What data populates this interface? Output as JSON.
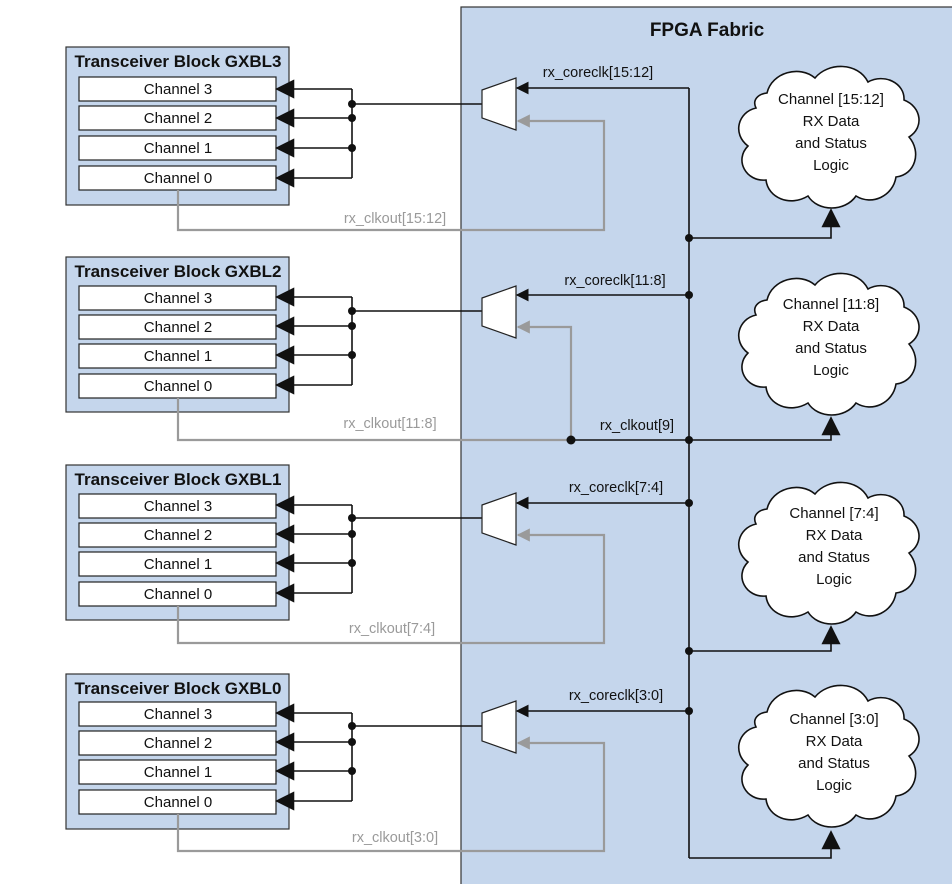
{
  "fabric": {
    "title": "FPGA Fabric"
  },
  "blocks": [
    {
      "title": "Transceiver Block GXBL3",
      "channels": [
        "Channel 3",
        "Channel 2",
        "Channel 1",
        "Channel 0"
      ],
      "clkout_label": "rx_clkout[15:12]",
      "coreclk_label": "rx_coreclk[15:12]",
      "logic": [
        "Channel [15:12]",
        "RX Data",
        "and Status",
        "Logic"
      ]
    },
    {
      "title": "Transceiver Block GXBL2",
      "channels": [
        "Channel 3",
        "Channel 2",
        "Channel 1",
        "Channel 0"
      ],
      "clkout_label": "rx_clkout[11:8]",
      "coreclk_label": "rx_coreclk[11:8]",
      "logic": [
        "Channel [11:8]",
        "RX Data",
        "and Status",
        "Logic"
      ]
    },
    {
      "title": "Transceiver Block GXBL1",
      "channels": [
        "Channel 3",
        "Channel 2",
        "Channel 1",
        "Channel 0"
      ],
      "clkout_label": "rx_clkout[7:4]",
      "coreclk_label": "rx_coreclk[7:4]",
      "logic": [
        "Channel [7:4]",
        "RX Data",
        "and Status",
        "Logic"
      ]
    },
    {
      "title": "Transceiver Block GXBL0",
      "channels": [
        "Channel 3",
        "Channel 2",
        "Channel 1",
        "Channel 0"
      ],
      "clkout_label": "rx_clkout[3:0]",
      "coreclk_label": "rx_coreclk[3:0]",
      "logic": [
        "Channel [3:0]",
        "RX Data",
        "and Status",
        "Logic"
      ]
    }
  ],
  "shared_clock_label": "rx_clkout[9]",
  "colors": {
    "fabric": "#c5d6ec",
    "feedback_wire": "#9a9a9a",
    "wire": "#111111"
  }
}
